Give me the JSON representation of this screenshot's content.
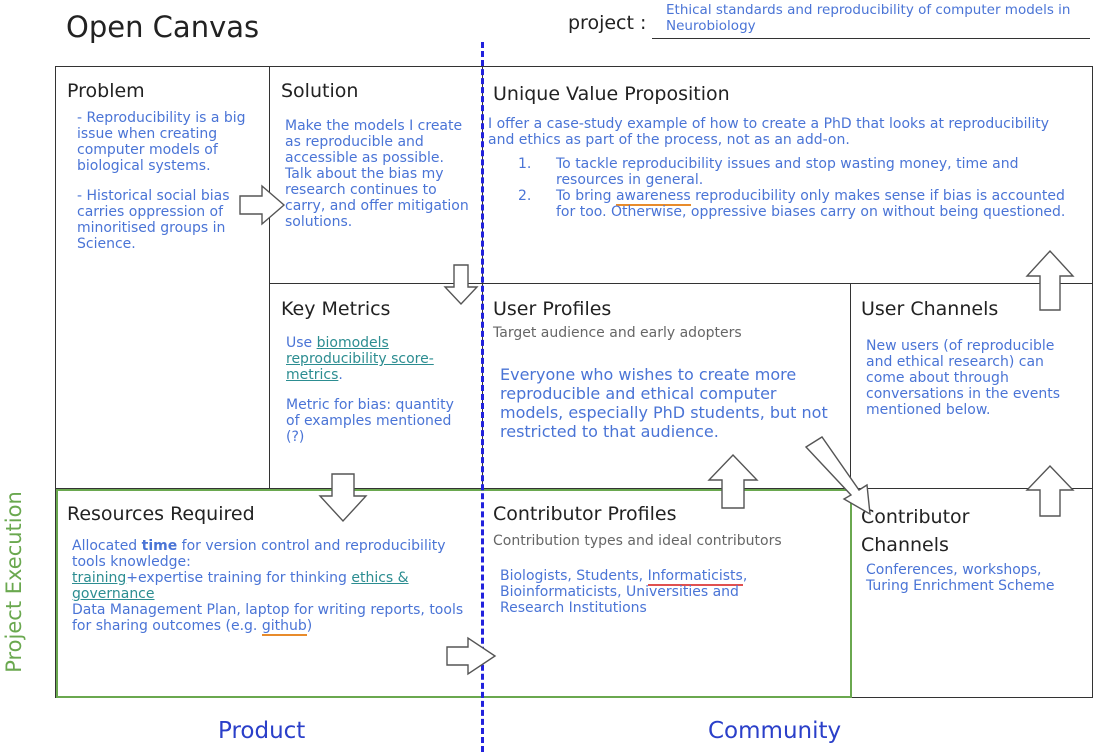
{
  "header": {
    "title": "Open Canvas",
    "project_label": "project :",
    "project_value": "Ethical standards and reproducibility of computer models in Neurobiology"
  },
  "problem": {
    "heading": "Problem",
    "point1": "- Reproducibility is a big issue when creating computer models of biological systems.",
    "point2": "- Historical social bias carries oppression of minoritised groups in Science."
  },
  "solution": {
    "heading": "Solution",
    "text1": "Make the models I create as reproducible and accessible as possible.",
    "text2": "Talk about the bias my research continues to carry, and offer mitigation solutions."
  },
  "uvp": {
    "heading": "Unique Value Proposition",
    "intro": "I offer a case-study example of how to create a PhD that looks at reproducibility and ethics as part of the process, not as an add-on.",
    "items": [
      {
        "num": "1.",
        "text": "To tackle reproducibility issues and stop wasting money, time and resources in general."
      },
      {
        "num": "2.",
        "pre": "To bring ",
        "underlined": "awareness",
        "post": " reproducibility only makes sense if bias is accounted for too. Otherwise, oppressive biases carry on without being questioned."
      }
    ]
  },
  "key_metrics": {
    "heading": "Key Metrics",
    "pre": "Use ",
    "link": "biomodels reproducibility score-metrics",
    "post": ".",
    "text2": "Metric for bias: quantity of examples mentioned (?)"
  },
  "user_profiles": {
    "heading": "User Profiles",
    "sub": "Target audience and early adopters",
    "text": "Everyone who wishes to create more reproducible and ethical computer models, especially PhD students, but not restricted to that audience."
  },
  "user_channels": {
    "heading": "User Channels",
    "text": "New users (of reproducible and ethical research)  can come about through conversations in the events mentioned below."
  },
  "resources": {
    "heading": "Resources Required",
    "t1": "Allocated ",
    "t1_bold": "time",
    "t1_rest": " for version control and reproducibility tools knowledge:",
    "link_training": "training",
    "t2": "+expertise training for thinking ",
    "link_ethics": "ethics & governance",
    "t3": "Data Management Plan, laptop for writing reports, tools for sharing outcomes (e.g. ",
    "link_github": "github",
    "t3_end": ")"
  },
  "contributor_profiles": {
    "heading": "Contributor Profiles",
    "sub": "Contribution types and ideal contributors",
    "pre": "Biologists, Students, ",
    "underlined": "Informaticists",
    "post": ", Bioinformaticists, Universities and Research Institutions"
  },
  "contributor_channels": {
    "heading": "Contributor Channels",
    "text": "Conferences, workshops, Turing Enrichment Scheme"
  },
  "labels": {
    "product": "Product",
    "community": "Community",
    "execution": "Project Execution"
  },
  "colors": {
    "text_blue": "#4a74d6",
    "link_teal": "#2c8d91",
    "execution_green": "#6aa84f",
    "divider_blue": "#2222dd",
    "underline_orange": "#e88b2b",
    "underline_red": "#e05050"
  }
}
